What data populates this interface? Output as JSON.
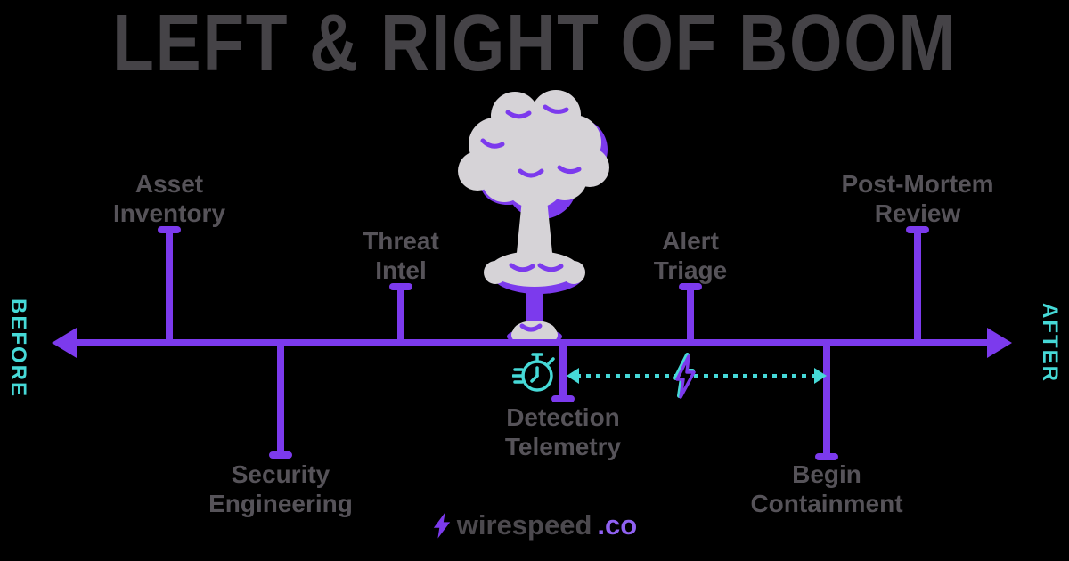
{
  "title": "LEFT & RIGHT OF BOOM",
  "axis": {
    "before_label": "BEFORE",
    "after_label": "AFTER"
  },
  "events": {
    "asset_inventory": {
      "label": "Asset\nInventory",
      "position": "left-of-boom",
      "side": "above"
    },
    "security_engineering": {
      "label": "Security\nEngineering",
      "position": "left-of-boom",
      "side": "below"
    },
    "threat_intel": {
      "label": "Threat\nIntel",
      "position": "left-of-boom",
      "side": "above"
    },
    "detection_telemetry": {
      "label": "Detection\nTelemetry",
      "position": "right-of-boom",
      "side": "below"
    },
    "alert_triage": {
      "label": "Alert\nTriage",
      "position": "right-of-boom",
      "side": "above"
    },
    "begin_containment": {
      "label": "Begin\nContainment",
      "position": "right-of-boom",
      "side": "below"
    },
    "post_mortem_review": {
      "label": "Post-Mortem\nReview",
      "position": "right-of-boom",
      "side": "above"
    }
  },
  "icons": {
    "boom": "mushroom-cloud",
    "stopwatch": "⏱",
    "lightning": "⚡"
  },
  "footer": {
    "brand_name": "wirespeed",
    "brand_tld": ".co"
  },
  "colors": {
    "background": "#000000",
    "accent_purple": "#7C3AED",
    "accent_cyan": "#46D9D7",
    "title_gray": "#454347",
    "label_gray": "#565359",
    "cloud_gray": "#D6D3D7",
    "logo_purple": "#9061F2"
  }
}
